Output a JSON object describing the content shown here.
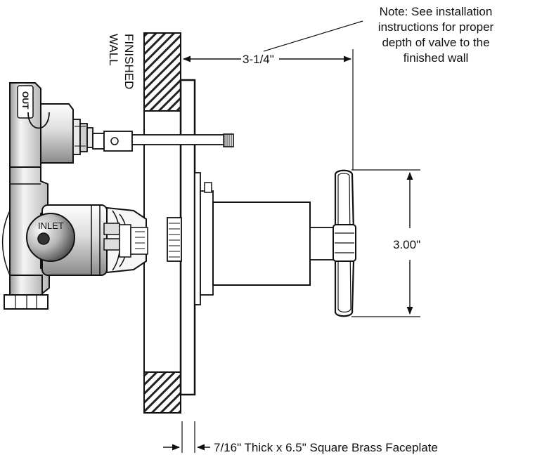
{
  "note": {
    "line1": "Note: See installation",
    "line2": "instructions for proper",
    "line3": "depth of valve to the",
    "line4": "finished wall"
  },
  "wall_label": {
    "line1": "FINISHED",
    "line2": "WALL"
  },
  "dimensions": {
    "depth": "3-1/4\"",
    "handle_height": "3.00\"",
    "faceplate": "7/16\" Thick x 6.5\" Square Brass Faceplate"
  },
  "ports": {
    "out": "OUT",
    "inlet": "INLET"
  },
  "colors": {
    "line": "#111111",
    "metal_light": "#f2f2f2",
    "metal_dark": "#4a4a4a"
  }
}
